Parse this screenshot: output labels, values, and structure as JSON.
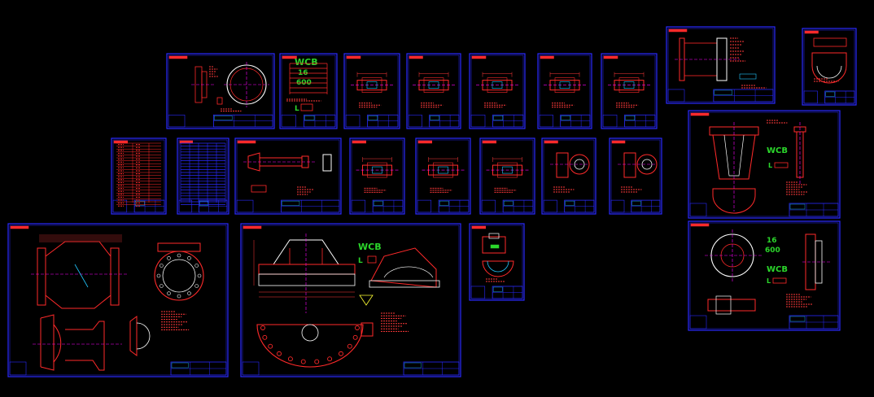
{
  "colors": {
    "background": "#000000",
    "frame": "#2a2aff",
    "part": "#ff2a2a",
    "dim": "#ff3a3a",
    "center": "#ff00ff",
    "text": "#ffffff",
    "green": "#2bd62b",
    "cyan": "#22c8ff",
    "yellow": "#ffff33"
  },
  "material_labels": {
    "material": "WCB",
    "size": "16",
    "pressure": "600",
    "l_mark": "L"
  },
  "sheets": [
    {
      "id": "s01",
      "kind": "flange_side"
    },
    {
      "id": "s02",
      "kind": "spec_wcb"
    },
    {
      "id": "s03",
      "kind": "small_part"
    },
    {
      "id": "s04",
      "kind": "small_part"
    },
    {
      "id": "s05",
      "kind": "small_part"
    },
    {
      "id": "s06",
      "kind": "small_part"
    },
    {
      "id": "s07",
      "kind": "small_part"
    },
    {
      "id": "s08",
      "kind": "flange_top"
    },
    {
      "id": "s09",
      "kind": "saddle"
    },
    {
      "id": "s10",
      "kind": "table_red"
    },
    {
      "id": "s11",
      "kind": "table_blue"
    },
    {
      "id": "s12",
      "kind": "shaft"
    },
    {
      "id": "s13",
      "kind": "small_part"
    },
    {
      "id": "s14",
      "kind": "small_part"
    },
    {
      "id": "s15",
      "kind": "small_part"
    },
    {
      "id": "s16",
      "kind": "nut"
    },
    {
      "id": "s17",
      "kind": "nut"
    },
    {
      "id": "s18",
      "kind": "bracket"
    },
    {
      "id": "s19",
      "kind": "body"
    },
    {
      "id": "s20",
      "kind": "bonnet"
    },
    {
      "id": "s21",
      "kind": "clamp"
    },
    {
      "id": "s22",
      "kind": "disc"
    }
  ]
}
